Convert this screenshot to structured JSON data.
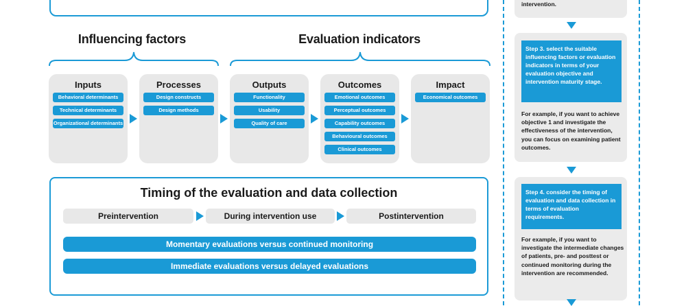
{
  "groups": {
    "influencing": "Influencing factors",
    "evaluation": "Evaluation indicators"
  },
  "stages": {
    "inputs": {
      "title": "Inputs",
      "items": [
        "Behavioral determinants",
        "Technical determinants",
        "Organizational determinants"
      ]
    },
    "processes": {
      "title": "Processes",
      "items": [
        "Design constructs",
        "Design methods"
      ]
    },
    "outputs": {
      "title": "Outputs",
      "items": [
        "Functionality",
        "Usability",
        "Quality of care"
      ]
    },
    "outcomes": {
      "title": "Outcomes",
      "items": [
        "Emotional outcomes",
        "Perceptual outcomes",
        "Capability outcomes",
        "Behavioural outcomes",
        "Clinical outcomes"
      ]
    },
    "impact": {
      "title": "Impact",
      "items": [
        "Economical outcomes"
      ]
    }
  },
  "timing": {
    "title": "Timing of the evaluation and data collection",
    "phases": [
      "Preintervention",
      "During intervention use",
      "Postintervention"
    ],
    "bars": [
      "Momentary evaluations versus continued monitoring",
      "Immediate evaluations versus delayed evaluations"
    ]
  },
  "steps": {
    "prev_tail": "intervention.",
    "step3": {
      "head": "Step 3. select the suitable influencing factors or evaluation indicators in terms of your evaluation objective and intervention maturity stage.",
      "body": "For example, if you want to achieve objective 1 and investigate the effectiveness of the intervention, you can focus on examining patient outcomes."
    },
    "step4": {
      "head": "Step 4. consider the timing of evaluation and data collection in terms of evaluation requirements.",
      "body": "For example, if you want to investigate the intermediate changes of patients, pre- and posttest or continued monitoring during the intervention are recommended."
    }
  },
  "colors": {
    "accent": "#1a9ad6",
    "panel": "#e8e8e8"
  }
}
